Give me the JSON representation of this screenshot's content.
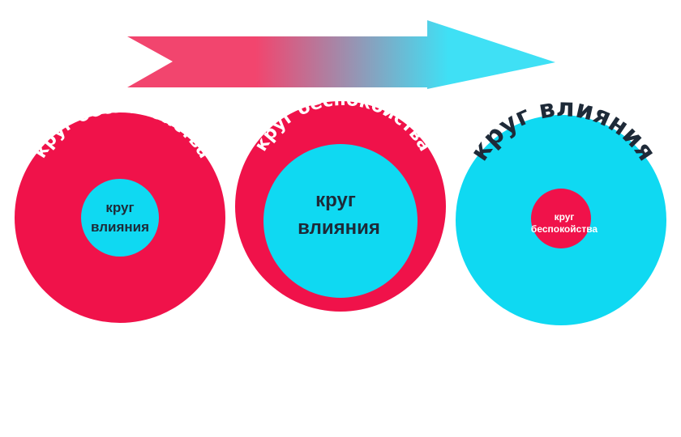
{
  "colors": {
    "red": "#F0124A",
    "cyan": "#0FD9F2",
    "dark_text": "#1E2A38",
    "light_text": "#ffffff",
    "arrow_start": "#F2456E",
    "arrow_end": "#3FE0F5"
  },
  "circles": [
    {
      "outer_label": "круг беспокойства",
      "inner_label_line1": "круг",
      "inner_label_line2": "влияния",
      "outer_color": "red",
      "inner_color": "cyan",
      "inner_ratio": 0.3
    },
    {
      "outer_label": "круг беспокойства",
      "inner_label_line1": "круг",
      "inner_label_line2": "влияния",
      "outer_color": "red",
      "inner_color": "cyan",
      "inner_ratio": 0.73
    },
    {
      "outer_label": "круг влияния",
      "inner_label_line1": "круг",
      "inner_label_line2": "беспокойства",
      "outer_color": "cyan",
      "inner_color": "red",
      "inner_ratio": 0.28
    }
  ]
}
